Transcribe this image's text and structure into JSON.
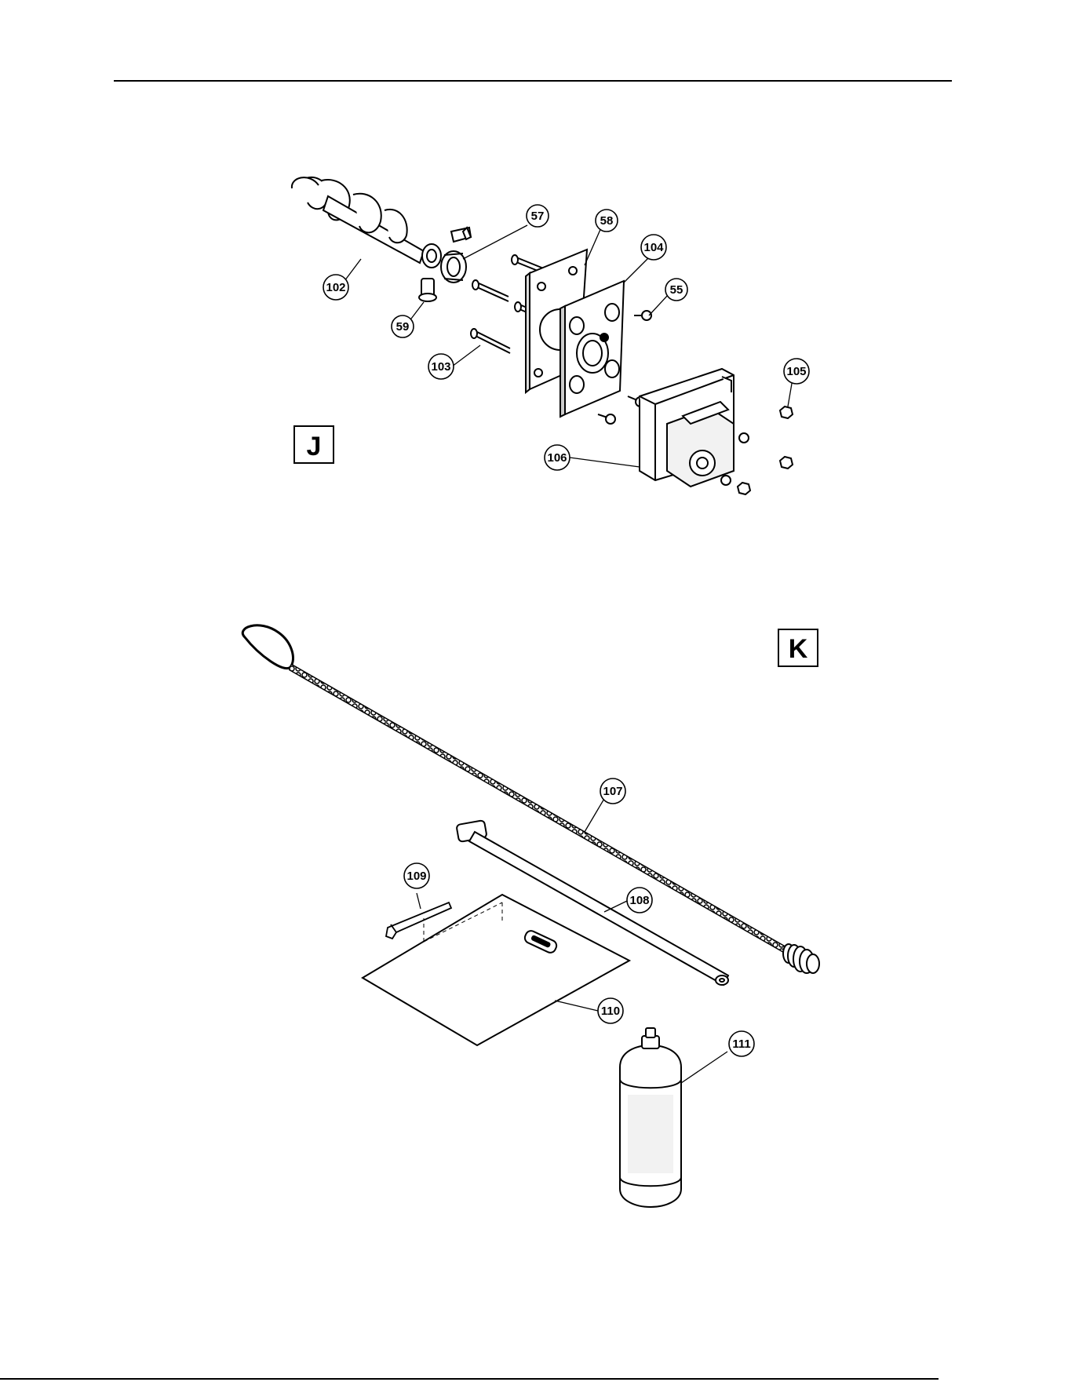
{
  "sections": {
    "j": {
      "label": "J"
    },
    "k": {
      "label": "K"
    }
  },
  "callouts": {
    "p57": "57",
    "p58": "58",
    "p104": "104",
    "p55": "55",
    "p102": "102",
    "p59": "59",
    "p103": "103",
    "p105": "105",
    "p106": "106",
    "p107": "107",
    "p108": "108",
    "p109": "109",
    "p110": "110",
    "p111": "111"
  }
}
